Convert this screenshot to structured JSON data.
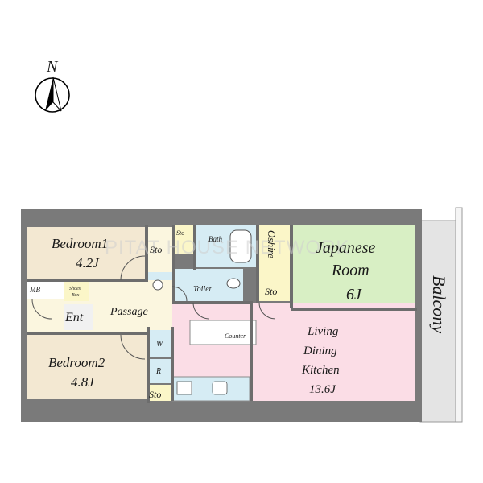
{
  "compass": {
    "label": "N"
  },
  "watermark": "PITAT HOUSE NETWORK",
  "rooms": {
    "bedroom1": {
      "name": "Bedroom1",
      "size": "4.2J"
    },
    "bedroom2": {
      "name": "Bedroom2",
      "size": "4.8J"
    },
    "japanese": {
      "name1": "Japanese",
      "name2": "Room",
      "size": "6J"
    },
    "ldk": {
      "line1": "Living",
      "line2": "Dining",
      "line3": "Kitchen",
      "size": "13.6J"
    },
    "passage": "Passage",
    "entrance": "Ent",
    "bath": "Bath",
    "toilet": "Toilet",
    "oshire": "Oshire",
    "balcony": "Balcony",
    "counter": "Counter",
    "mb": "MB",
    "shoes_box_1": "Shoes",
    "shoes_box_2": "Box",
    "sto": "Sto",
    "w": "W",
    "r": "R"
  },
  "colors": {
    "bedroom": "#f3e8d2",
    "japanese": "#d8efc4",
    "ldk": "#fbdde6",
    "passage": "#fbf6df",
    "wet": "#d6ecf4",
    "storage": "#fbf6c8",
    "wall": "#6d6d6d",
    "balcony": "#e4e4e4"
  }
}
